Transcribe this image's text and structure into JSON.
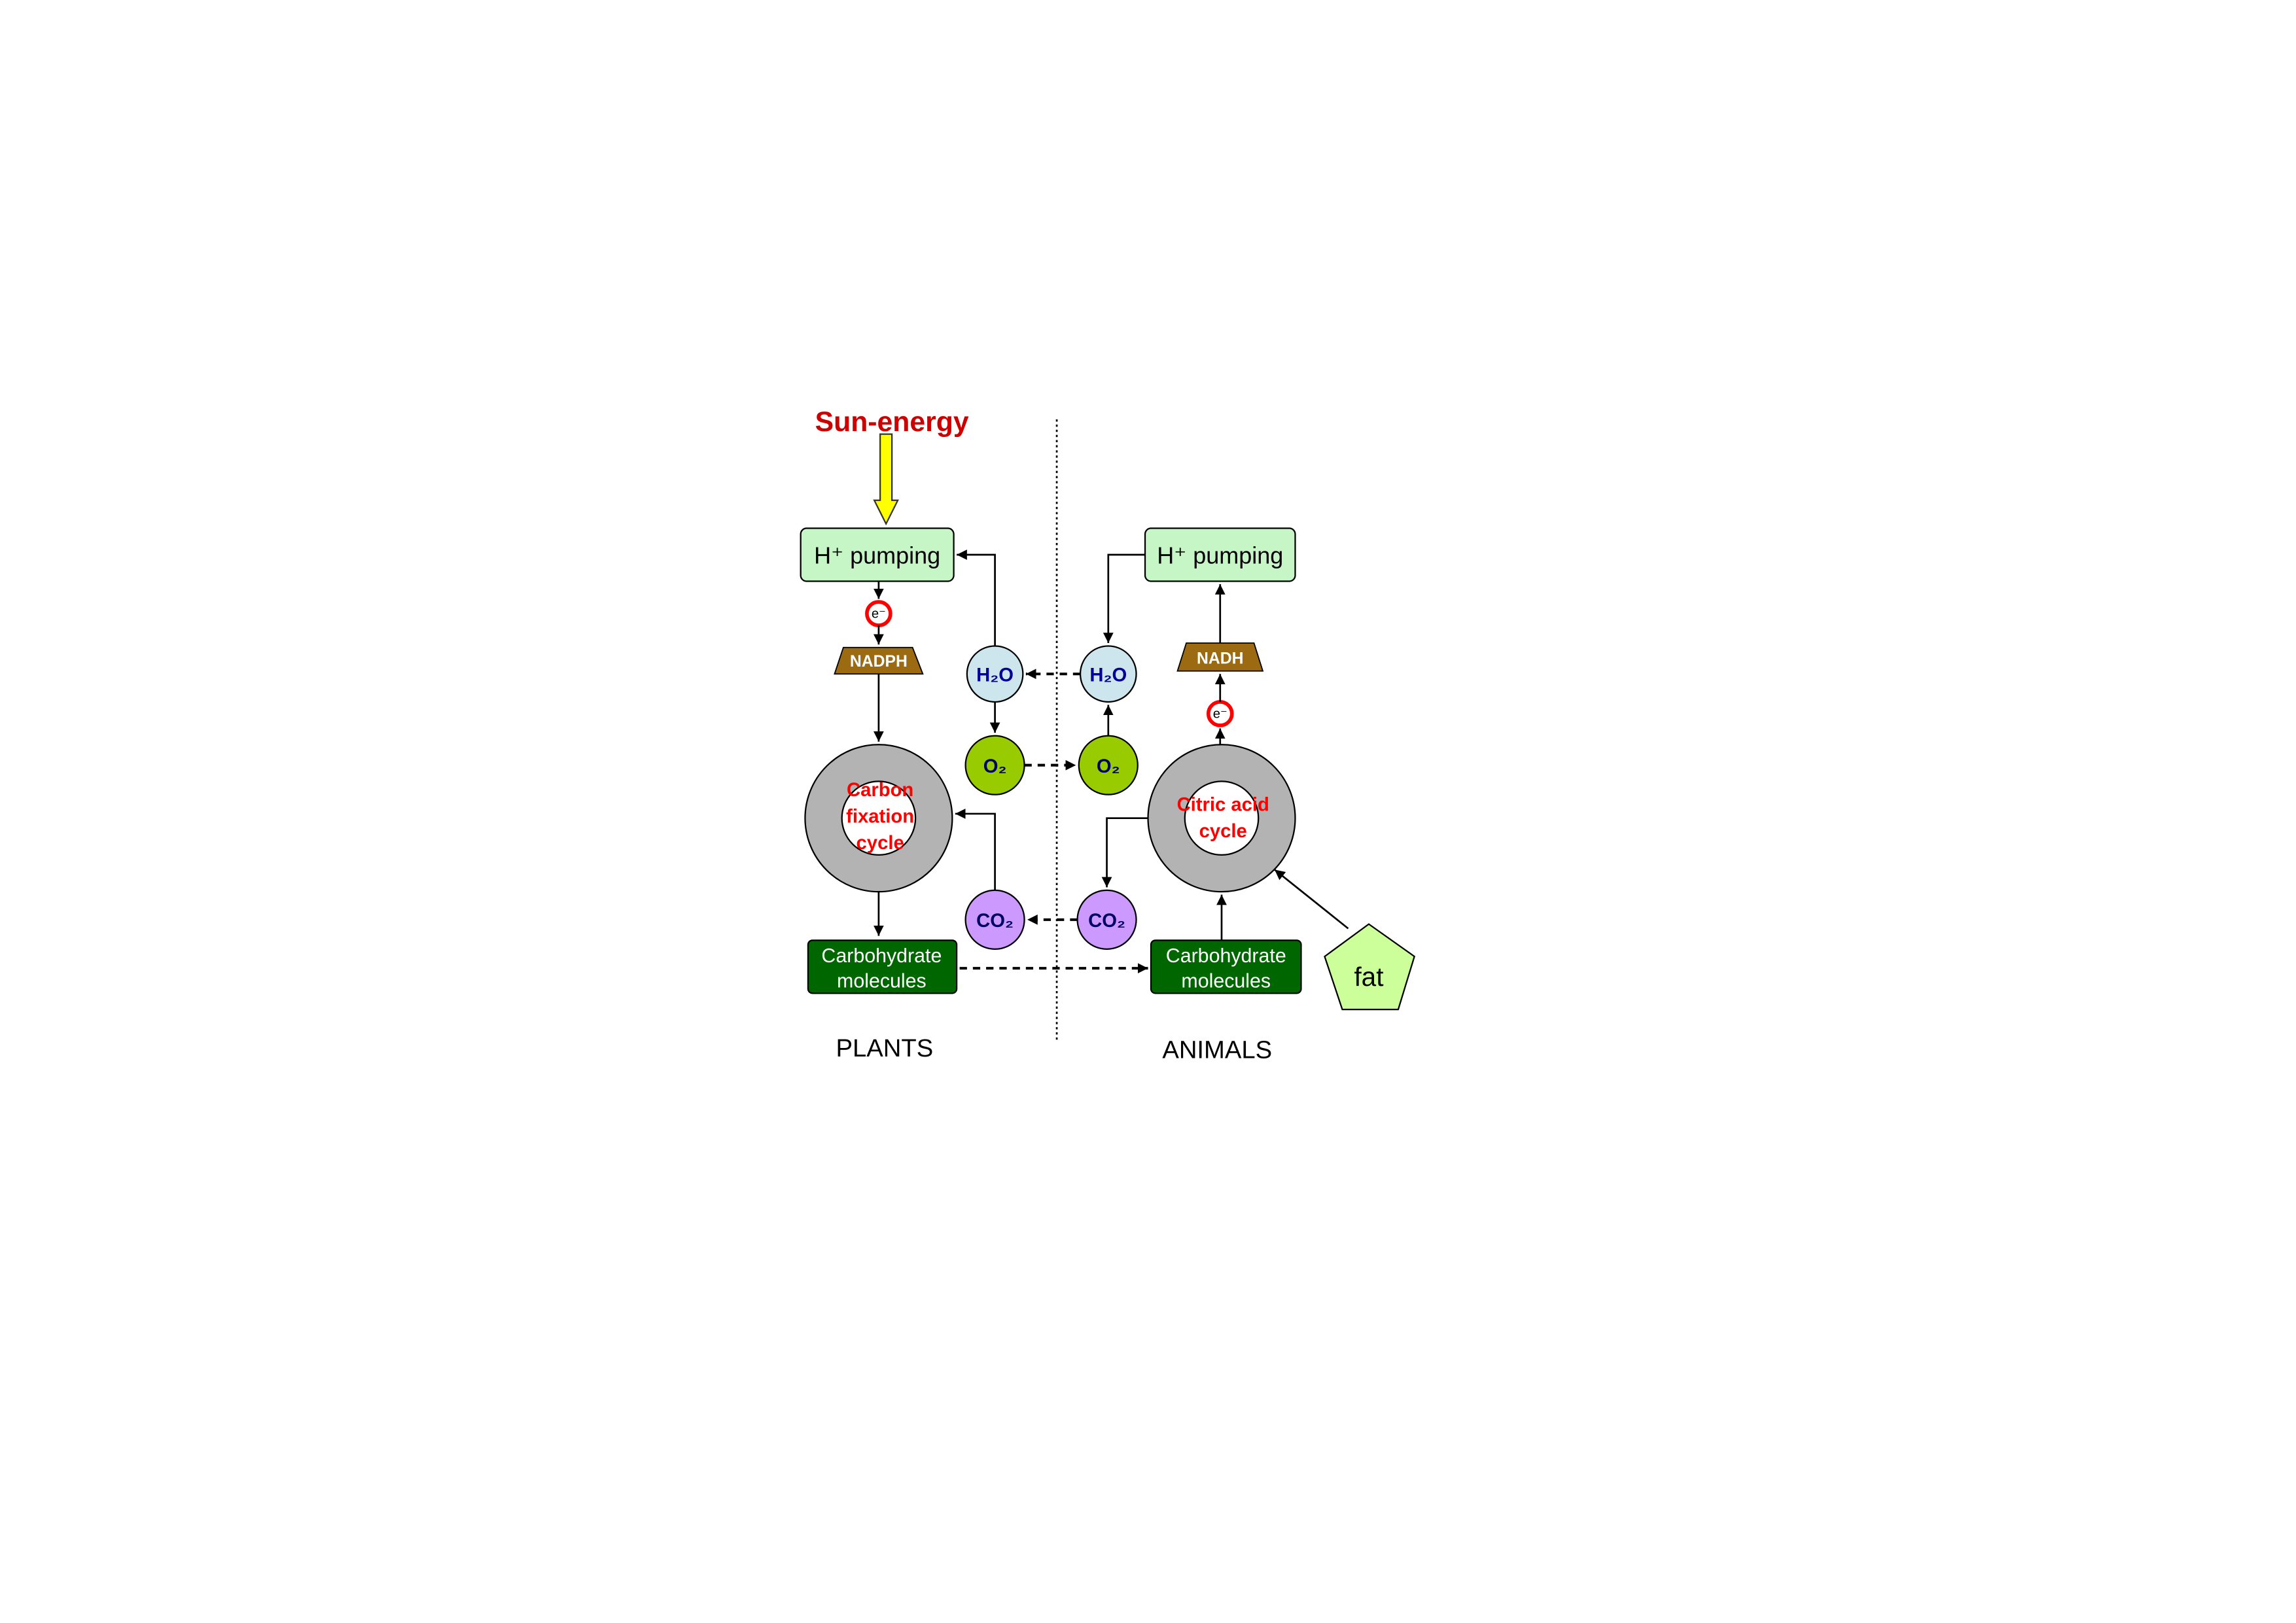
{
  "title": "Sun-energy",
  "plants": {
    "label": "PLANTS",
    "h_pumping": "H⁺ pumping",
    "electron": "e⁻",
    "carrier": "NADPH",
    "cycle_lines": [
      "Carbon",
      "fixation",
      "cycle"
    ],
    "carbohydrate_lines": [
      "Carbohydrate",
      "molecules"
    ],
    "water": "H₂O",
    "oxygen": "O₂",
    "co2": "CO₂"
  },
  "animals": {
    "label": "ANIMALS",
    "h_pumping": "H⁺ pumping",
    "electron": "e⁻",
    "carrier": "NADH",
    "cycle_lines": [
      "Citric acid",
      "cycle"
    ],
    "carbohydrate_lines": [
      "Carbohydrate",
      "molecules"
    ],
    "water": "H₂O",
    "oxygen": "O₂",
    "co2": "CO₂",
    "fat": "fat"
  },
  "colors": {
    "title": "#cc0000",
    "sun_arrow": "#ffff00",
    "h_pumping_box": "#c6f5c6",
    "carrier": "#9c6b11",
    "electron_ring": "#ff0000",
    "water": "#cde6ee",
    "oxygen": "#99cc00",
    "co2": "#cc99ff",
    "molecule_text": "#000099",
    "cycle_ring": "#b3b3b3",
    "cycle_text": "#ff0000",
    "carbohydrate_box": "#006600",
    "fat": "#ccff99"
  }
}
